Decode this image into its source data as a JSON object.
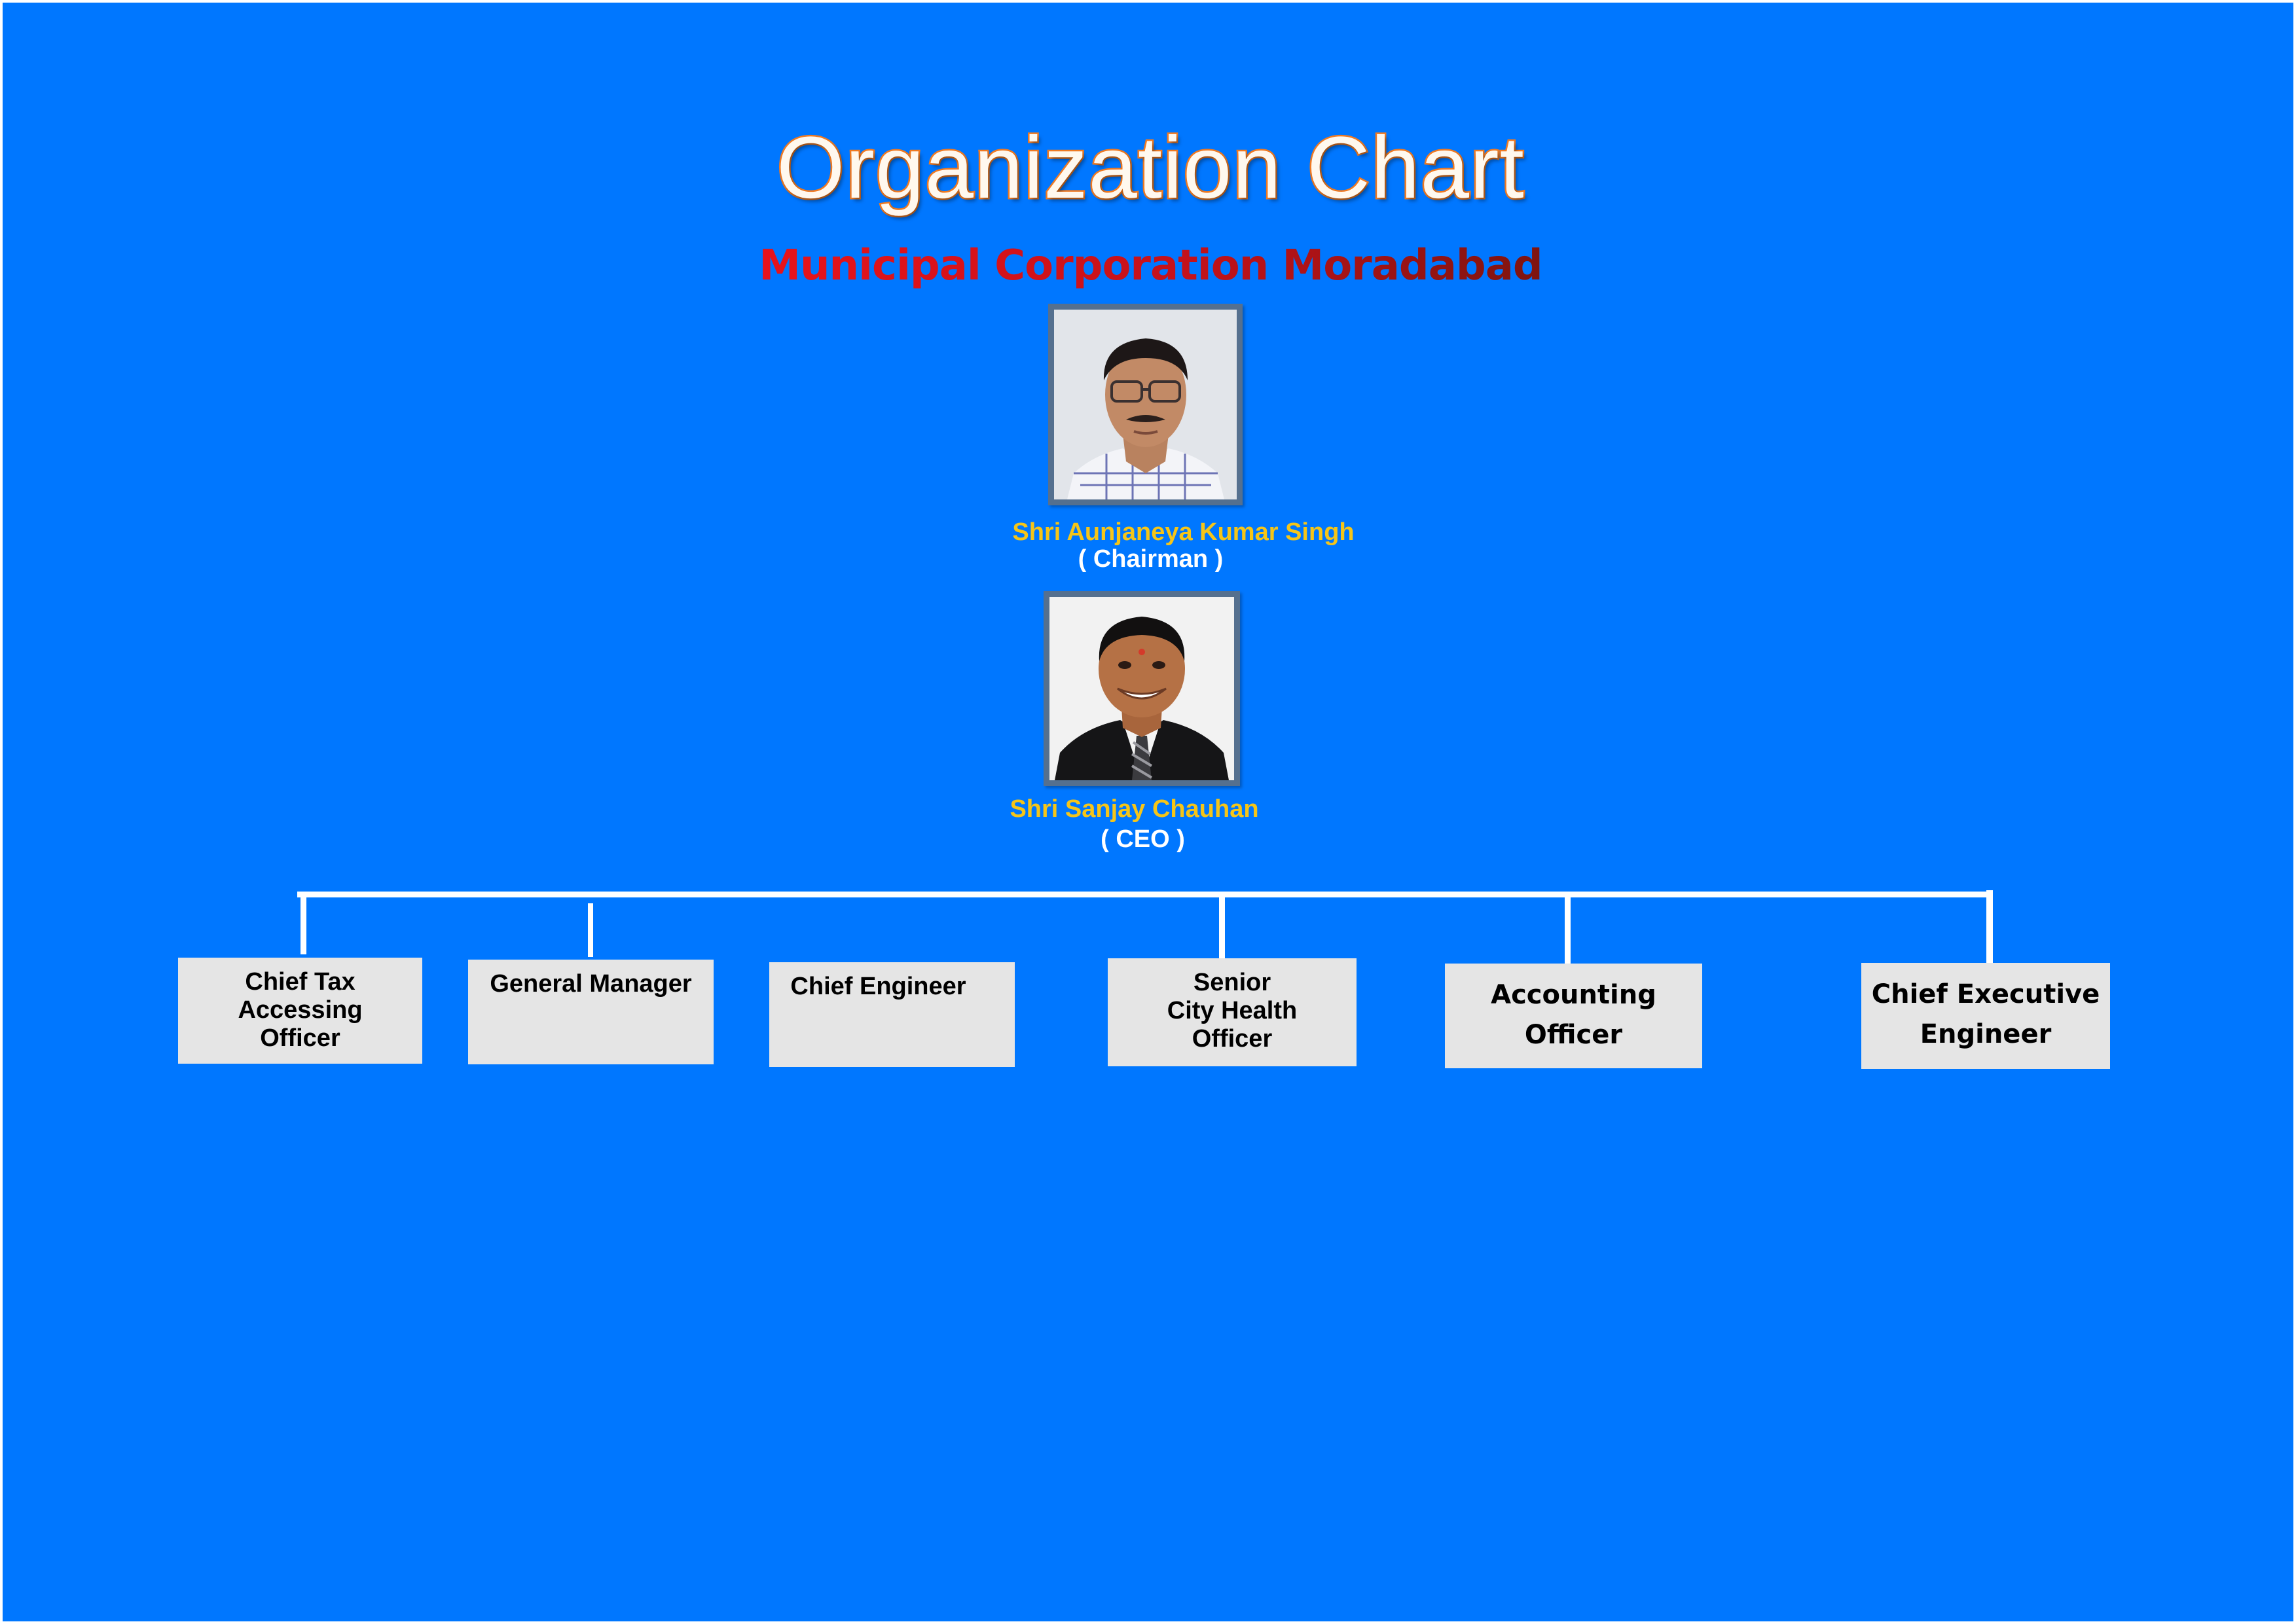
{
  "header": {
    "title": "Organization Chart",
    "subtitle": "Municipal Corporation Moradabad"
  },
  "chairman": {
    "name": "Shri Aunjaneya Kumar Singh",
    "role": "( Chairman )"
  },
  "ceo": {
    "name": "Shri Sanjay Chauhan",
    "role": "( CEO )"
  },
  "departments": [
    {
      "lines": [
        "Chief Tax",
        "Accessing",
        "Officer"
      ]
    },
    {
      "lines": [
        "General Manager"
      ]
    },
    {
      "lines": [
        "Chief Engineer"
      ]
    },
    {
      "lines": [
        "Senior",
        "City Health",
        "Officer"
      ]
    },
    {
      "lines": [
        "Accounting",
        "Officer"
      ]
    },
    {
      "lines": [
        "Chief Executive",
        "Engineer"
      ]
    }
  ],
  "colors": {
    "background": "#0077ff",
    "title_fill": "#fff8ee",
    "title_outline": "#f07a22",
    "subtitle": "#c4121a",
    "person_name": "#f5c518",
    "person_role": "#ffffff",
    "box_fill": "#e5e5e5",
    "connector": "#ffffff"
  }
}
